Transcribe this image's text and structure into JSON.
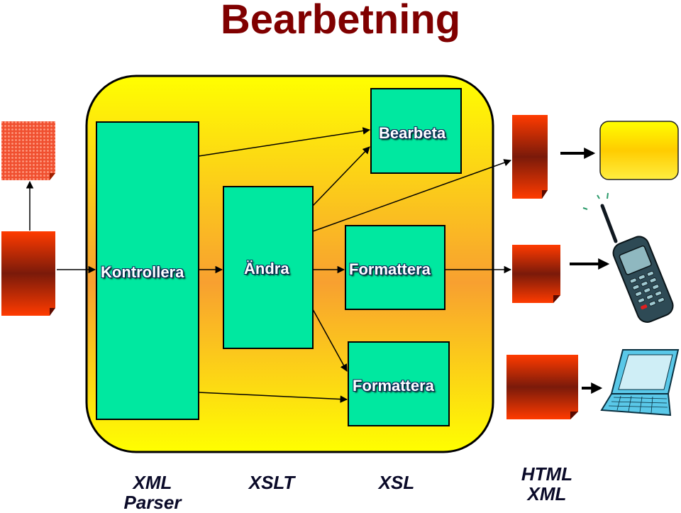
{
  "title": "Bearbetning",
  "boxes": {
    "bearbeta": "Bearbeta",
    "kontrollera": "Kontrollera",
    "andra": "Ändra",
    "formattera_top": "Formattera",
    "formattera_bottom": "Formattera"
  },
  "bottom_labels": {
    "xml_parser_line1": "XML",
    "xml_parser_line2": "Parser",
    "xslt": "XSLT",
    "xsl": "XSL",
    "html_xml_line1": "HTML",
    "html_xml_line2": "XML"
  },
  "colors": {
    "title": "#800000",
    "process_box": "#00e8a0",
    "container_top": "#ffff00",
    "container_mid": "#f8a030",
    "document_dark": "#7a1a0a",
    "document_light": "#ff3b00",
    "screen_gold": "#ffd000"
  },
  "icons": [
    "document-icon",
    "cellphone-icon",
    "laptop-icon",
    "screen-icon"
  ]
}
